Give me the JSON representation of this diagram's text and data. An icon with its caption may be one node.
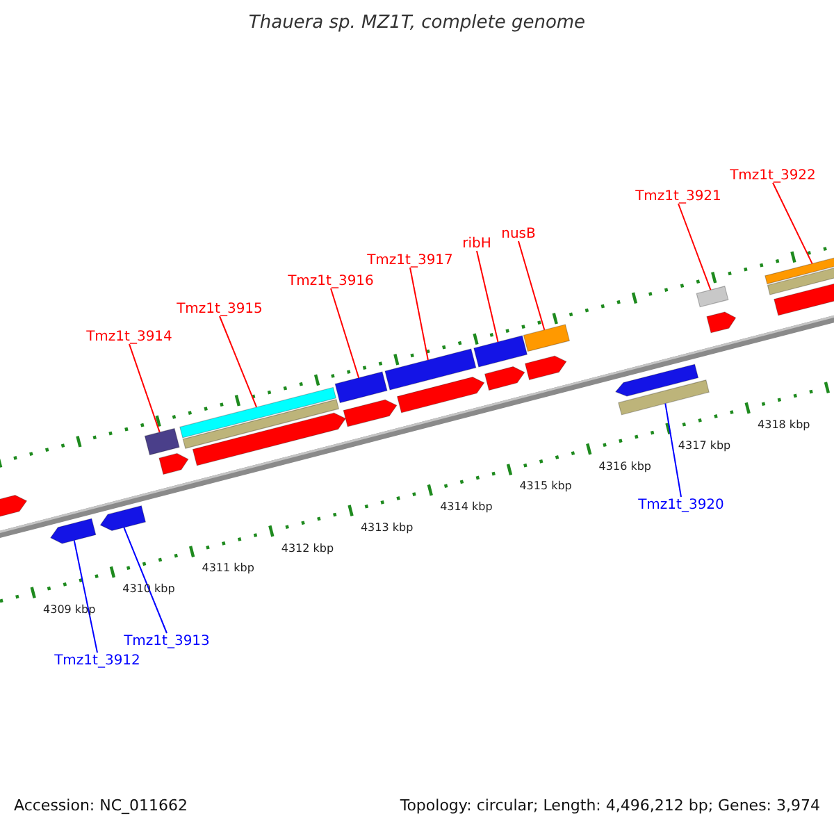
{
  "diagram": {
    "title": "Thauera sp. MZ1T, complete genome",
    "nodes": [
      {
        "text": [
          "Tmz1t_3912"
        ]
      },
      {
        "text": [
          "Tmz1t_3913"
        ]
      },
      {
        "text": [
          "Tmz1t_3914"
        ]
      },
      {
        "text": [
          "Tmz1t_3915"
        ]
      },
      {
        "text": [
          "Tmz1t_3916"
        ]
      },
      {
        "text": [
          "Tmz1t_3917"
        ]
      },
      {
        "text": [
          "ribH"
        ]
      },
      {
        "text": [
          "nusB"
        ]
      },
      {
        "text": [
          "Tmz1t_3920"
        ]
      },
      {
        "text": [
          "Tmz1t_3921"
        ]
      },
      {
        "text": [
          "Tmz1t_3922"
        ]
      },
      {
        "text": [],
        "shape": "arrow"
      },
      {
        "text": [],
        "shape": "arrow"
      },
      {
        "text": [],
        "shape": "arrow"
      },
      {
        "text": [],
        "shape": "bar"
      },
      {
        "text": [],
        "shape": "arrow"
      },
      {
        "text": [],
        "shape": "bar"
      },
      {
        "text": [],
        "shape": "bar"
      },
      {
        "text": [],
        "shape": "arrow"
      },
      {
        "text": [],
        "shape": "bar"
      },
      {
        "text": [],
        "shape": "arrow"
      },
      {
        "text": [],
        "shape": "bar"
      },
      {
        "text": [],
        "shape": "arrow"
      },
      {
        "text": [],
        "shape": "bar"
      },
      {
        "text": [],
        "shape": "arrow"
      },
      {
        "text": [],
        "shape": "arrow"
      },
      {
        "text": [],
        "shape": "bar"
      },
      {
        "text": [],
        "shape": "arrow"
      },
      {
        "text": [],
        "shape": "bar"
      },
      {
        "text": [],
        "shape": "bar"
      },
      {
        "text": [],
        "shape": "arrow"
      },
      {
        "text": [],
        "shape": "bar"
      },
      {
        "text": [],
        "shape": "bar"
      },
      {
        "text": [],
        "shape": "arrow"
      }
    ],
    "edges": [
      {
        "from": 0,
        "to": 12,
        "arrow": "none",
        "color": "#0000ff"
      },
      {
        "from": 1,
        "to": 13,
        "arrow": "none",
        "color": "#0000ff"
      },
      {
        "from": 2,
        "to": 14,
        "arrow": "none"
      },
      {
        "from": 3,
        "to": 16,
        "arrow": "none"
      },
      {
        "from": 4,
        "to": 19,
        "arrow": "none"
      },
      {
        "from": 5,
        "to": 21,
        "arrow": "none"
      },
      {
        "from": 6,
        "to": 23,
        "arrow": "none"
      },
      {
        "from": 7,
        "to": 26,
        "arrow": "none"
      },
      {
        "from": 8,
        "to": 28,
        "arrow": "none",
        "color": "#0000ff"
      },
      {
        "from": 9,
        "to": 29,
        "arrow": "none"
      },
      {
        "from": 10,
        "to": 31,
        "arrow": "none"
      }
    ],
    "labels": [
      "4309 kbp",
      "4310 kbp",
      "4311 kbp",
      "4312 kbp",
      "4313 kbp",
      "4314 kbp",
      "4315 kbp",
      "4316 kbp",
      "4317 kbp",
      "4318 kbp",
      "Accession: NC_011662",
      "Topology: circular; Length: 4,496,212 bp; Genes: 3,974"
    ]
  }
}
